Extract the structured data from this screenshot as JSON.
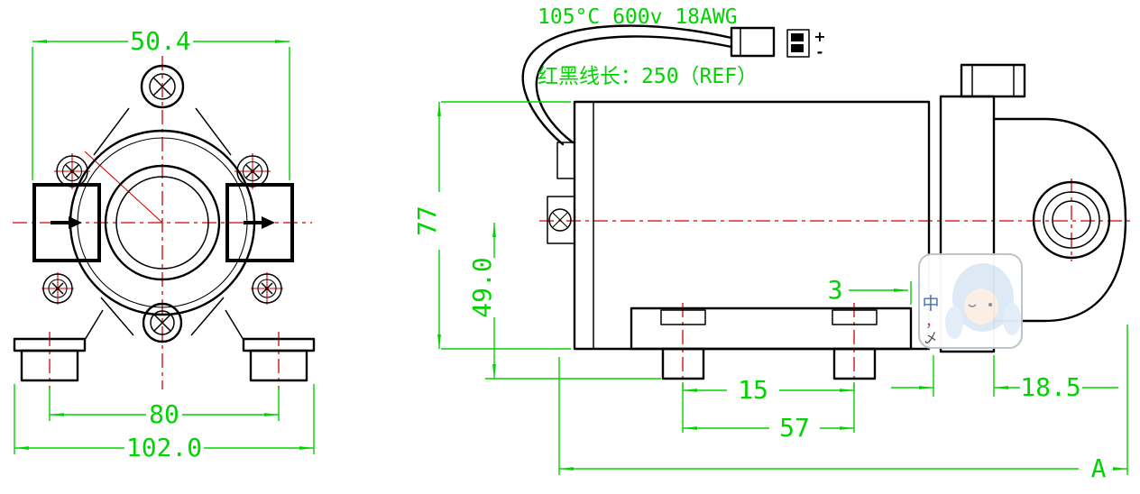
{
  "colors": {
    "dim": "#00d400",
    "center": "#d40000",
    "line": "#000000"
  },
  "notes": {
    "wire_spec": "105°C 600v 18AWG",
    "wire_length_note": "红黑线长：250（REF）",
    "plus": "+",
    "minus": "-"
  },
  "front_view": {
    "dim_top_width": "50.4",
    "dim_bolt_span": "80",
    "dim_overall_width": "102.0"
  },
  "side_view": {
    "dim_height": "77",
    "dim_center_to_base": "49.0",
    "dim_gap": "3",
    "dim_foot_slot": "15",
    "dim_foot_span": "57",
    "dim_end_cap": "18.5",
    "dim_overall_length": "A"
  },
  "watermark": {
    "glyph_1": "中",
    "glyph_2": "，",
    "glyph_3": "乄"
  }
}
